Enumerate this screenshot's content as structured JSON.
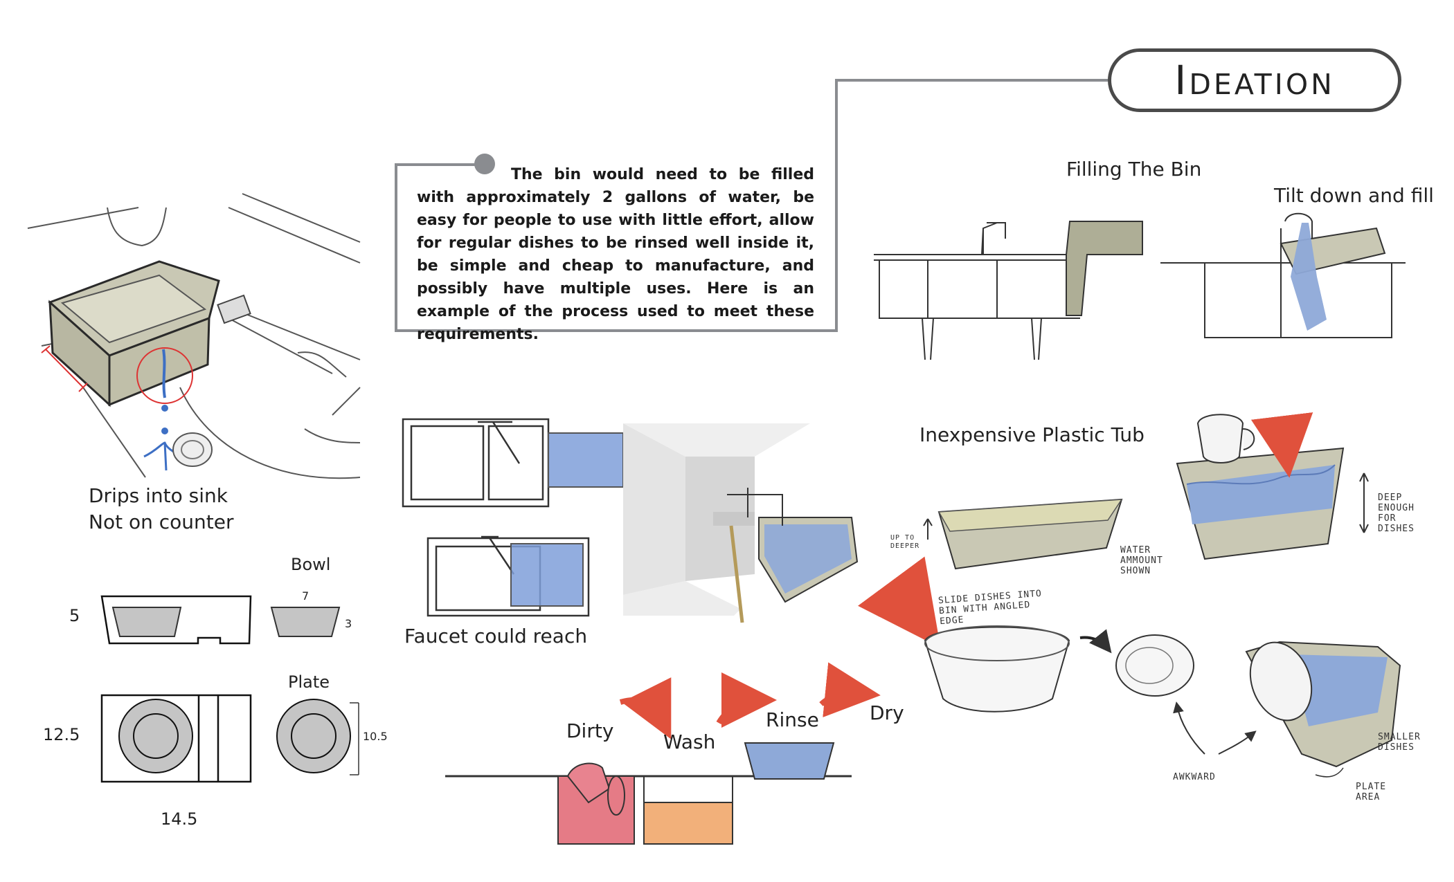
{
  "title": "Ideation",
  "description": "The bin would need to be filled with approximately 2 gallons of water, be easy for people to use with little effort, allow for regular dishes to be rinsed well inside it, be simple and cheap to manufacture, and possibly have multiple uses.  Here is an example of the process used to meet these requirements.",
  "captions": {
    "drips": [
      "Drips into sink",
      "Not on counter"
    ],
    "faucet": "Faucet could reach",
    "filling": "Filling The Bin",
    "tilt": "Tilt down and fill",
    "tub": "Inexpensive Plastic Tub"
  },
  "dimensions": {
    "bowl_label": "Bowl",
    "plate_label": "Plate",
    "bin_height": "5",
    "bin_depth": "12.5",
    "bin_width": "14.5",
    "bowl_width": "7",
    "bowl_height": "3",
    "plate_diameter": "10.5"
  },
  "process_steps": [
    "Dirty",
    "Wash",
    "Rinse",
    "Dry"
  ],
  "sketch_notes": {
    "deep_enough": [
      "DEEP",
      "ENOUGH",
      "FOR",
      "DISHES"
    ],
    "water_amount": [
      "WATER",
      "AMMOUNT",
      "SHOWN"
    ],
    "slide_dishes": [
      "SLIDE DISHES INTO",
      "BIN WITH ANGLED",
      "EDGE"
    ],
    "awkward": "AWKWARD",
    "smaller_dishes": [
      "SMALLER",
      "DISHES"
    ],
    "plate_area": [
      "PLATE",
      "AREA"
    ],
    "up_to": [
      "UP TO",
      "DEEPER"
    ]
  },
  "colors": {
    "bin_fill": "#c9c8b4",
    "water_blue": "#8ea9d8",
    "accent_red": "#e0513c",
    "dirty_pink": "#e57b86",
    "wash_orange": "#f2b07a",
    "frame_gray": "#8a8c90"
  }
}
